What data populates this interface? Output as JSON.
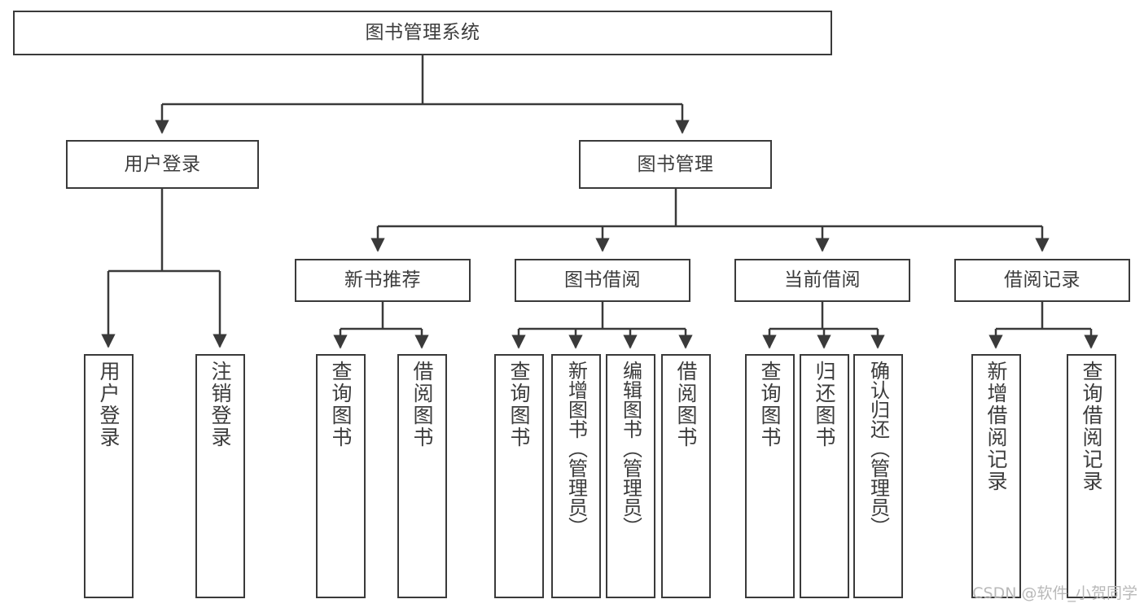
{
  "diagram": {
    "title": "图书管理系统",
    "type": "tree",
    "line_color": "#3a3a3a",
    "box_fill": "#ffffff",
    "text_color": "#3c3c3c",
    "watermark": "CSDN @软件_小贺同学",
    "nodes": {
      "root": {
        "label": "图书管理系统"
      },
      "level2": [
        {
          "label": "用户登录"
        },
        {
          "label": "图书管理"
        }
      ],
      "level3": [
        {
          "label": "新书推荐"
        },
        {
          "label": "图书借阅"
        },
        {
          "label": "当前借阅"
        },
        {
          "label": "借阅记录"
        }
      ],
      "leaves": {
        "user_login": [
          {
            "label": "用户登录"
          },
          {
            "label": "注销登录"
          }
        ],
        "new_book_recommend": [
          {
            "label": "查询图书"
          },
          {
            "label": "借阅图书"
          }
        ],
        "book_borrow": [
          {
            "label": "查询图书"
          },
          {
            "label": "新增图书（管理员）"
          },
          {
            "label": "编辑图书（管理员）"
          },
          {
            "label": "借阅图书"
          }
        ],
        "current_borrow": [
          {
            "label": "查询图书"
          },
          {
            "label": "归还图书"
          },
          {
            "label": "确认归还（管理员）"
          }
        ],
        "borrow_records": [
          {
            "label": "新增借阅记录"
          },
          {
            "label": "查询借阅记录"
          }
        ]
      }
    }
  }
}
